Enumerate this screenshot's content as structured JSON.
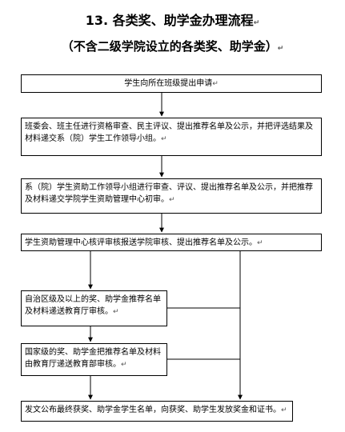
{
  "title": "13. 各类奖、助学金办理流程",
  "title_mark": "↵",
  "subtitle": "（不含二级学院设立的各类奖、助学金）",
  "subtitle_mark": "↵",
  "steps": [
    {
      "text": "学生向所在班级提出申请",
      "mark": "↵"
    },
    {
      "text": "班委会、班主任进行资格审查、民主评议、提出推荐名单及公示，并把评选结果及材料递交系（院）学生工作领导小组。",
      "mark": "↵"
    },
    {
      "text": "系（院）学生资助工作领导小组进行审查、评议、提出推荐名单及公示，并把推荐及材料递交学院学生资助管理中心初审。",
      "mark": "↵"
    },
    {
      "text": "学生资助管理中心核评审核报送学院审核、提出推荐名单及公示。",
      "mark": "↵"
    },
    {
      "text": "自治区级及以上的奖、助学金推荐名单及材料递送教育厅审核。",
      "mark": "↵"
    },
    {
      "text": "国家级的奖、助学金把推荐名单及材料由教育厅递送教育部审核。",
      "mark": "↵"
    },
    {
      "text": "发文公布最终获奖、助学金学生名单，向获奖、助学生发放奖金和证书。",
      "mark": "↵"
    }
  ]
}
